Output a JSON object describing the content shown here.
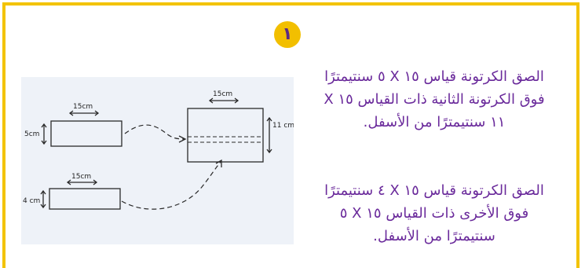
{
  "step": {
    "number": "١"
  },
  "instructions": [
    {
      "lines": [
        "الصق الكرتونة قياس ١٥ X ٥ سنتيمترًا",
        "فوق الكرتونة الثانية ذات القياس ١٥ X",
        "١١ سنتيمترًا من الأسفل."
      ]
    },
    {
      "lines": [
        "الصق الكرتونة قياس ١٥ X ٤ سنتيمترًا",
        "فوق الأخرى ذات القياس ١٥ X ٥",
        "سنتيمترًا من الأسفل."
      ]
    }
  ],
  "sketch": {
    "top_rect": {
      "width_label": "15cm",
      "height_label": "5cm"
    },
    "bottom_rect": {
      "width_label": "15cm",
      "height_label": "4 cm"
    },
    "result_rect": {
      "width_label": "15cm",
      "height_label": "11 cm"
    }
  },
  "colors": {
    "border": "#f3c300",
    "badge": "#f2bf00",
    "text": "#6a2a9b"
  }
}
